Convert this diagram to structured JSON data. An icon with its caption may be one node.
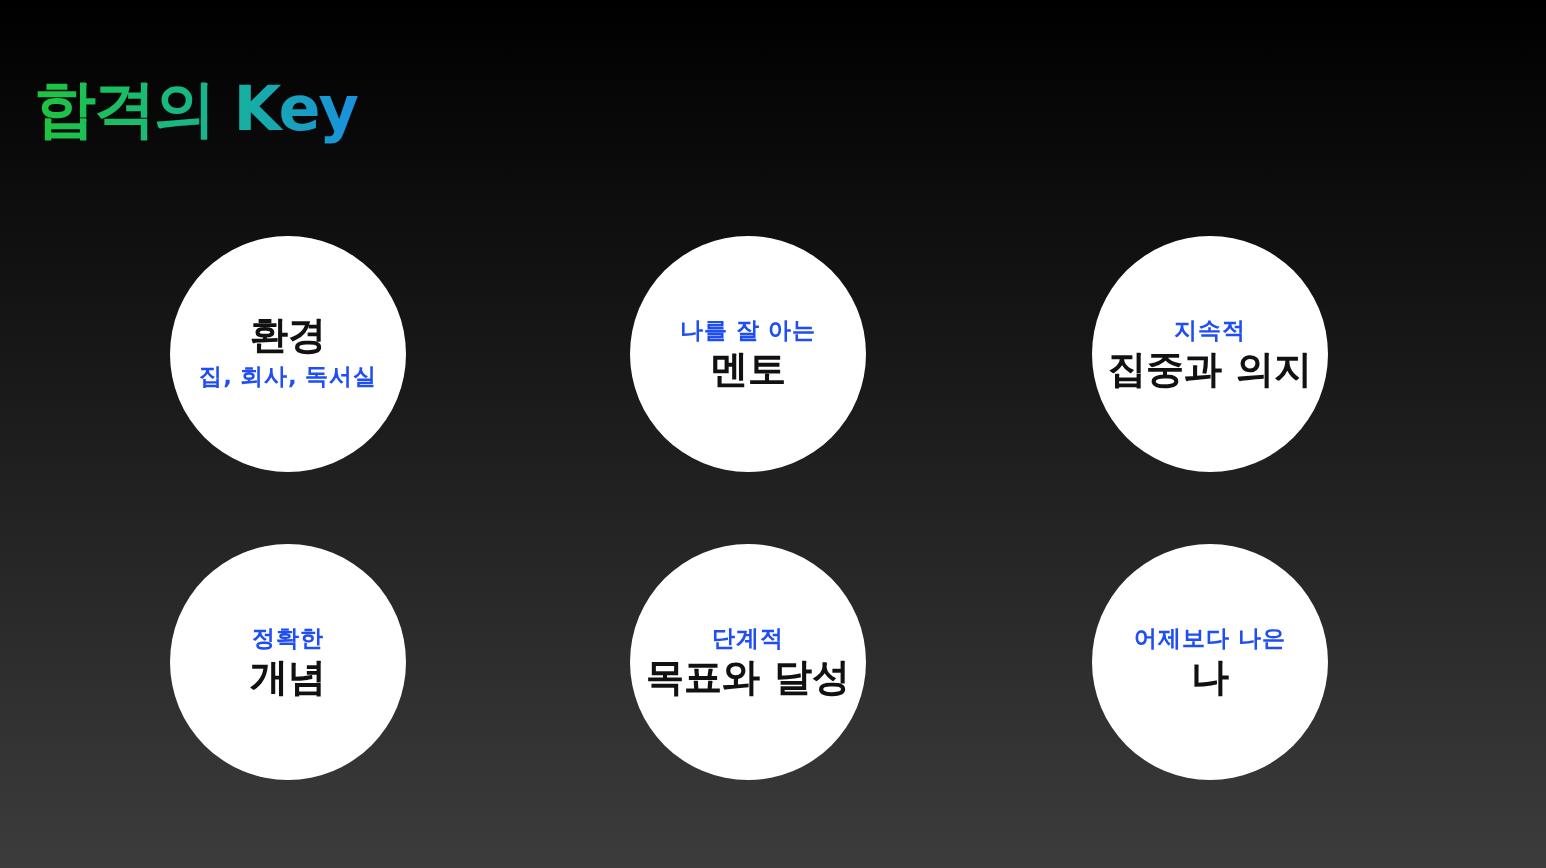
{
  "diagram": {
    "title": "합격의 Key",
    "nodes": [
      {
        "text": [
          "환경",
          "집, 회사, 독서실"
        ]
      },
      {
        "text": [
          "나를 잘 아는",
          "멘토"
        ]
      },
      {
        "text": [
          "지속적",
          "집중과 의지"
        ]
      },
      {
        "text": [
          "정확한",
          "개념"
        ]
      },
      {
        "text": [
          "단계적",
          "목표와 달성"
        ]
      },
      {
        "text": [
          "어제보다 나은",
          "나"
        ]
      }
    ]
  }
}
